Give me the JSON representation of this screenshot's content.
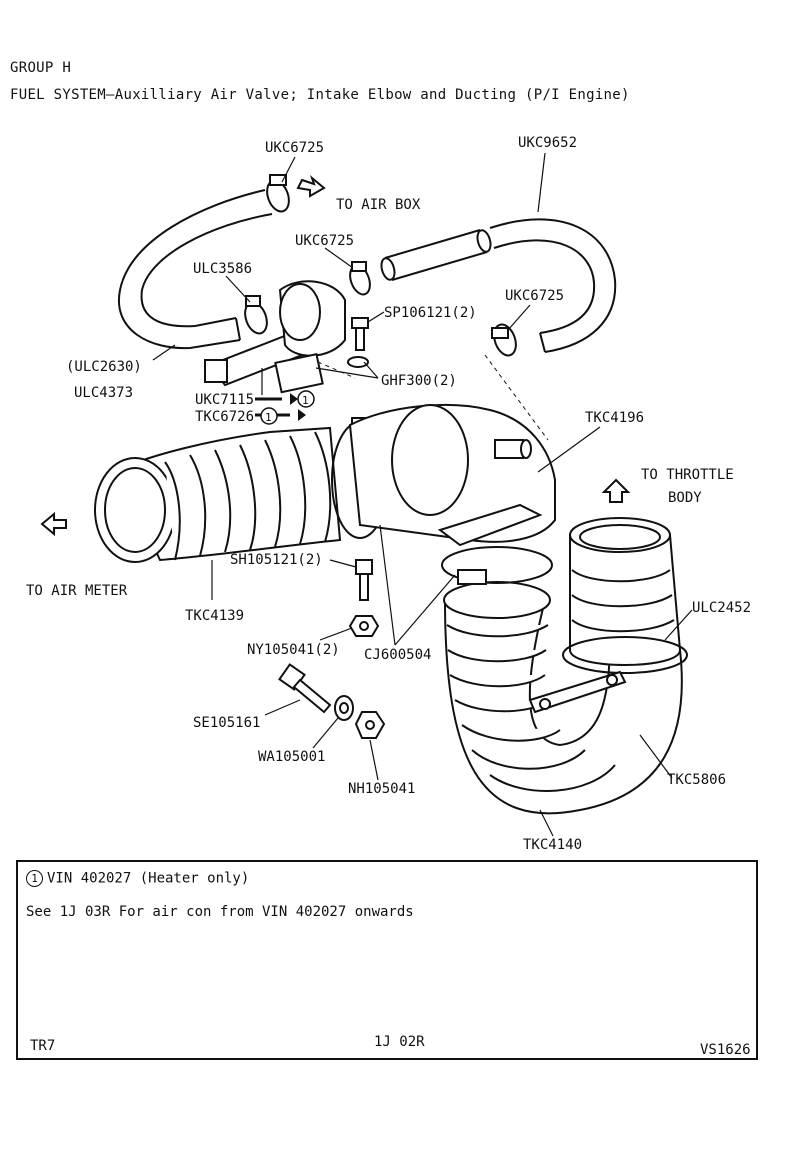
{
  "header": {
    "group": "GROUP H",
    "title": "FUEL SYSTEM—Auxilliary Air Valve; Intake Elbow and Ducting (P/I Engine)"
  },
  "labels": {
    "ukc6725_top": "UKC6725",
    "ukc9652": "UKC9652",
    "to_air_box": "TO AIR BOX",
    "ukc6725_mid": "UKC6725",
    "ulc3586": "ULC3586",
    "ukc6725_right": "UKC6725",
    "sp106121": "SP106121(2)",
    "ulc2630": "(ULC2630)",
    "ulc4373": "ULC4373",
    "ghf300": "GHF300(2)",
    "ukc7115": "UKC7115",
    "tkc6726": "TKC6726",
    "tkc4196": "TKC4196",
    "to_throttle": "TO THROTTLE",
    "body": "BODY",
    "sh105121": "SH105121(2)",
    "to_air_meter": "TO AIR METER",
    "tkc4139": "TKC4139",
    "ulc2452": "ULC2452",
    "ny105041": "NY105041(2)",
    "cj600504": "CJ600504",
    "se105161": "SE105161",
    "wa105001": "WA105001",
    "nh105041": "NH105041",
    "tkc5806": "TKC5806",
    "tkc4140": "TKC4140",
    "footnote_marker": "1"
  },
  "notes": {
    "marker": "1",
    "line1": "VIN 402027 (Heater only)",
    "line2": "See 1J 03R For air con from VIN 402027 onwards"
  },
  "footer": {
    "left": "TR7",
    "center": "1J 02R",
    "right": "VS1626"
  }
}
